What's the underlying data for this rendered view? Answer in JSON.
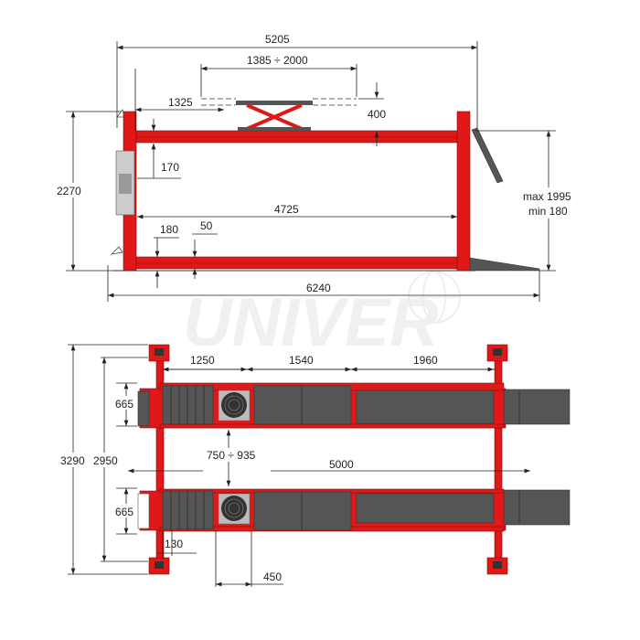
{
  "watermark": "UNIVER",
  "colors": {
    "frame": "#e01818",
    "runway": "#555555",
    "line": "#222222"
  },
  "side_view": {
    "overall_length": "5205",
    "jack_range": "1385 ÷ 2000",
    "jack_offset": "1325",
    "jack_height": "400",
    "top_beam": "170",
    "total_height": "2270",
    "lift_max": "max 1995",
    "lift_min": "min 180",
    "inner_length": "4725",
    "platform_height": "180",
    "ground_gap": "50",
    "total_length": "6240"
  },
  "top_view": {
    "section_1": "1250",
    "section_2": "1540",
    "section_3": "1960",
    "runway_width_1": "665",
    "runway_width_2": "665",
    "overall_width": "3290",
    "column_spacing": "2950",
    "runway_gap": "750 ÷ 935",
    "runway_length": "5000",
    "step": "130",
    "plate": "450"
  }
}
